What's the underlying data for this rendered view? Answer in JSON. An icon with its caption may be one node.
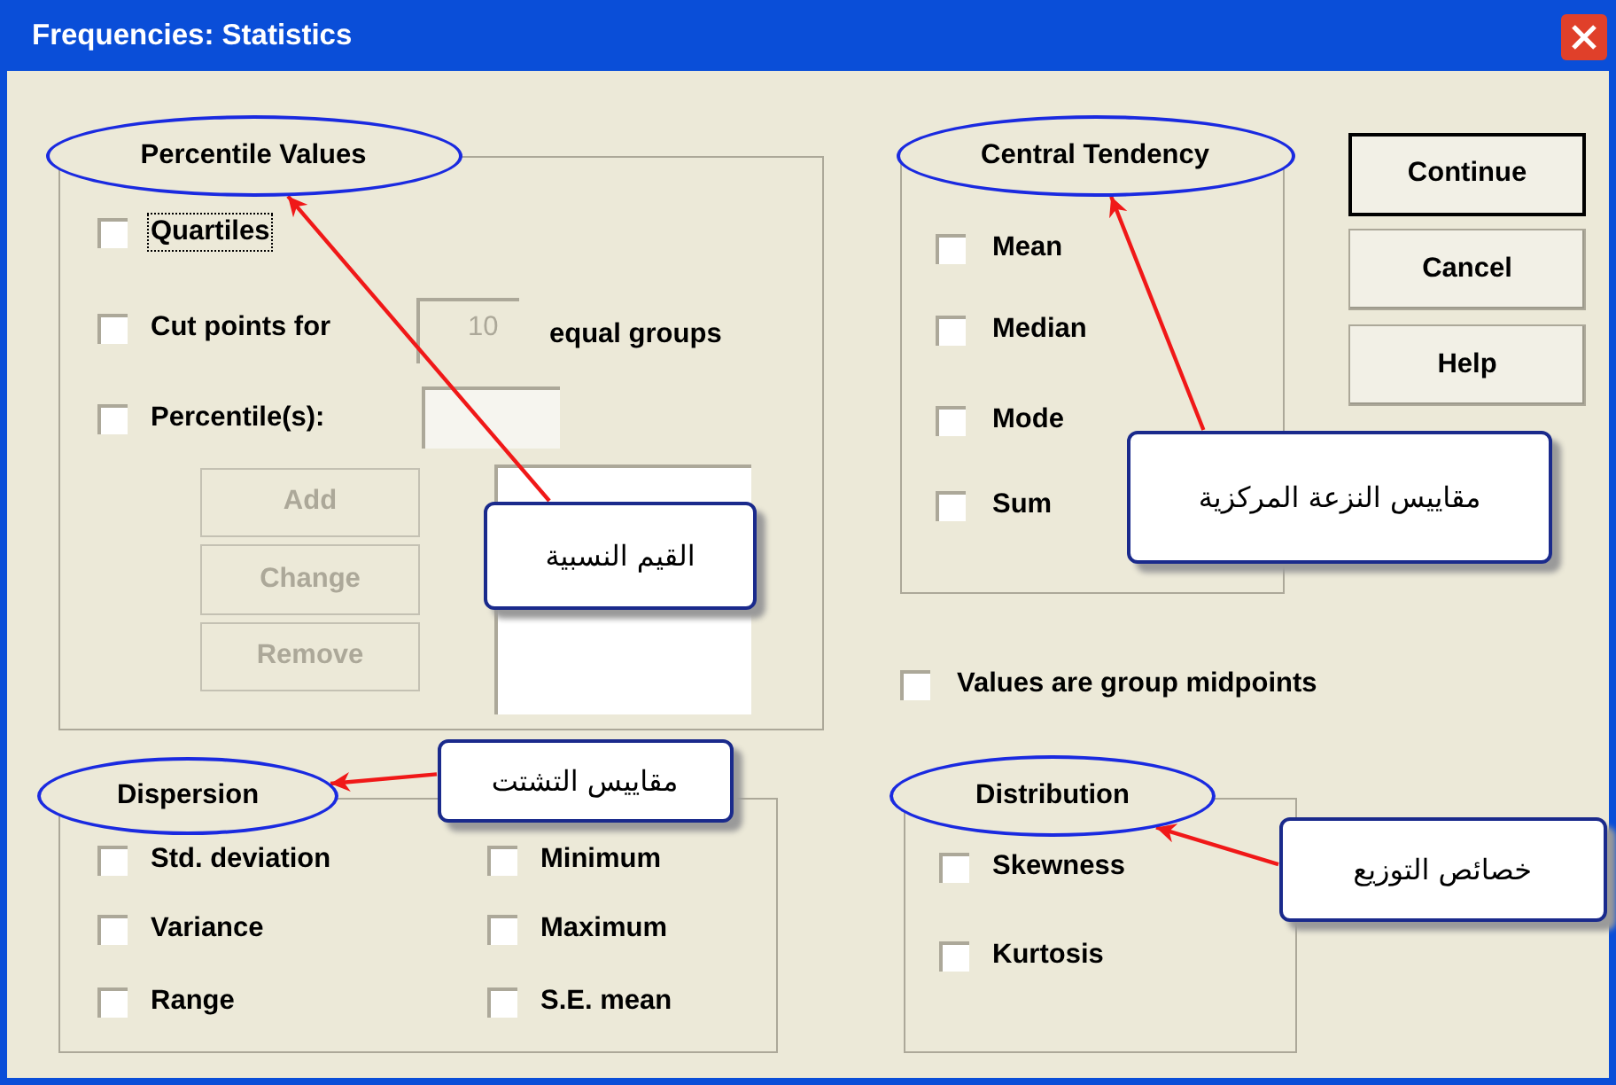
{
  "diagram": {
    "title": "Frequencies: Statistics",
    "nodes": [
      {
        "text": [
          "Percentile Values"
        ]
      },
      {
        "text": [
          "Central Tendency"
        ]
      },
      {
        "text": [
          "Continue"
        ]
      },
      {
        "text": [
          "Cancel"
        ]
      },
      {
        "text": [
          "Help"
        ]
      },
      {
        "text": [
          "Add"
        ]
      },
      {
        "text": [
          "Change"
        ]
      },
      {
        "text": [
          "Remove"
        ]
      },
      {
        "text": [
          "القيم النسبية"
        ]
      },
      {
        "text": [
          "مقاييس النزعة المركزية"
        ]
      },
      {
        "text": [
          "Dispersion"
        ]
      },
      {
        "text": [
          "مقاييس التشتت"
        ]
      },
      {
        "text": [
          "Distribution"
        ]
      },
      {
        "text": [
          "خصائص التوزيع"
        ]
      }
    ],
    "edges": [
      {
        "from": 8,
        "to": 0,
        "arrow": "to"
      },
      {
        "from": 9,
        "to": 1,
        "arrow": "to"
      },
      {
        "from": 11,
        "to": 10,
        "arrow": "to"
      },
      {
        "from": 13,
        "to": 12,
        "arrow": "to"
      }
    ],
    "labels": [
      "Quartiles",
      "Cut points for",
      "10",
      "equal groups",
      "Percentile(s):",
      "Mean",
      "Median",
      "Mode",
      "Sum",
      "Values are group midpoints",
      "Std. deviation",
      "Minimum",
      "Variance",
      "Maximum",
      "Range",
      "S.E. mean",
      "Skewness",
      "Kurtosis"
    ]
  }
}
